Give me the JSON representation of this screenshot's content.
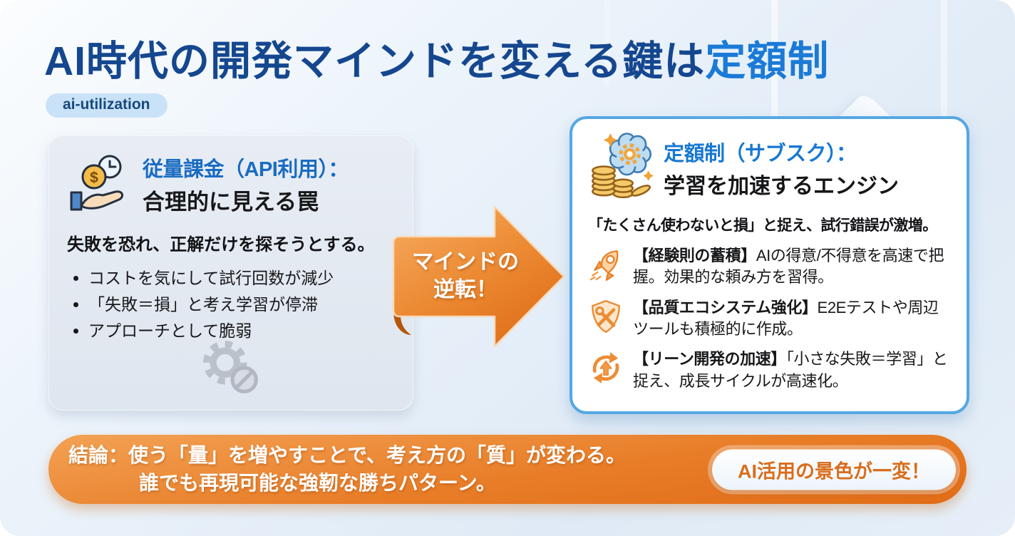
{
  "header": {
    "title_main": "AI時代の開発マインドを変える鍵は",
    "title_accent": "定額制",
    "tag": "ai-utilization"
  },
  "left_card": {
    "title_line1": "従量課金（API利用）：",
    "title_line2": "合理的に見える罠",
    "lead": "失敗を恐れ、正解だけを探そうとする。",
    "bullets": [
      "コストを気にして試行回数が減少",
      "「失敗＝損」と考え学習が停滞",
      "アプローチとして脆弱"
    ]
  },
  "arrow": {
    "line1": "マインドの",
    "line2": "逆転！"
  },
  "right_card": {
    "title_line1": "定額制（サブスク）：",
    "title_line2": "学習を加速するエンジン",
    "lead": "「たくさん使わないと損」と捉え、試行錯誤が激増。",
    "items": [
      {
        "icon": "rocket-icon",
        "bold": "【経験則の蓄積】",
        "text": "AIの得意/不得意を高速で把握。効果的な頼み方を習得。"
      },
      {
        "icon": "shield-tools-icon",
        "bold": "【品質エコシステム強化】",
        "text": "E2Eテストや周辺ツールも積極的に作成。"
      },
      {
        "icon": "refresh-up-icon",
        "bold": "【リーン開発の加速】",
        "text": "「小さな失敗＝学習」と捉え、成長サイクルが高速化。"
      }
    ]
  },
  "conclusion": {
    "line1": "結論：使う「量」を増やすことで、考え方の「質」が変わる。",
    "line2": "誰でも再現可能な強靭な勝ちパターン。",
    "badge": "AI活用の景色が一変！"
  },
  "colors": {
    "title_navy": "#15478f",
    "accent_blue": "#1b7ad6",
    "card_border_blue": "#55a8e2",
    "left_card_bg": "#e4eaf1",
    "arrow_orange": "#e87d28",
    "banner_orange": "#e87b26",
    "badge_text_orange": "#d96e1d",
    "tag_bg": "#c9e2f7"
  }
}
